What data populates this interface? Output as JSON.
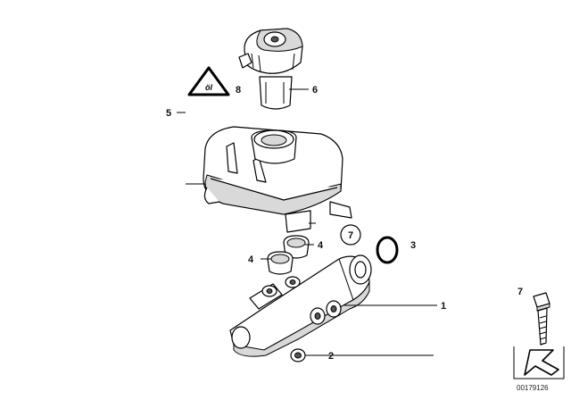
{
  "callouts": {
    "c1": "1",
    "c2": "2",
    "c3": "3",
    "c4a": "4",
    "c4b": "4",
    "c5": "5",
    "c6": "6",
    "c7a": "7",
    "c7b": "7",
    "c8": "8"
  },
  "warning_logo_text": "öl",
  "document_id": "00179126"
}
